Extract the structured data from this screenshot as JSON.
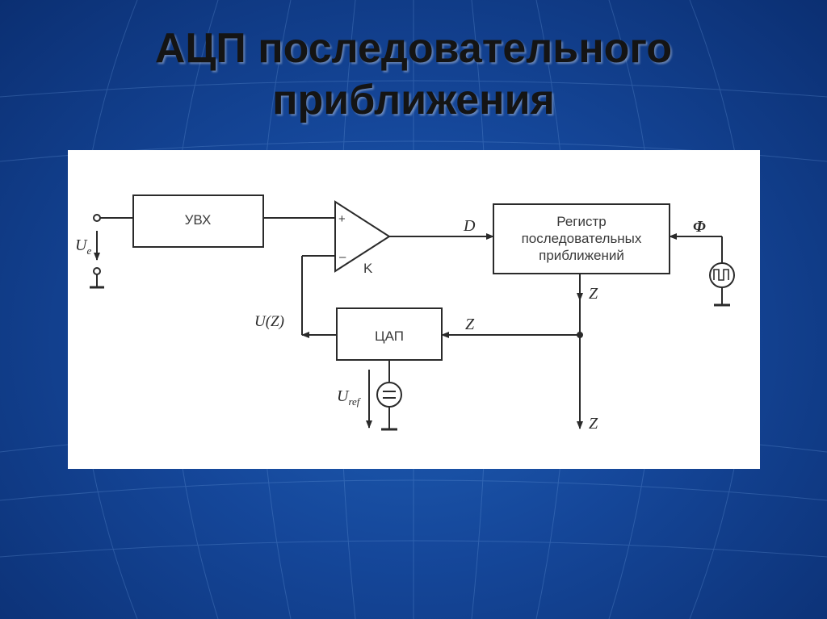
{
  "slide": {
    "title_line1": "АЦП последовательного",
    "title_line2": "приближения"
  },
  "diagram": {
    "blocks": {
      "sample_hold": "УВХ",
      "register_line1": "Регистр",
      "register_line2": "последовательных",
      "register_line3": "приближений",
      "dac": "ЦАП"
    },
    "comparator": {
      "plus": "+",
      "minus": "–",
      "label": "K"
    },
    "signals": {
      "input_voltage_main": "U",
      "input_voltage_sub": "e",
      "data_out": "D",
      "clock": "Φ",
      "code_z_register": "Z",
      "code_z_dac": "Z",
      "code_z_output": "Z",
      "dac_output": "U(Z)",
      "reference_main": "U",
      "reference_sub": "ref"
    }
  }
}
